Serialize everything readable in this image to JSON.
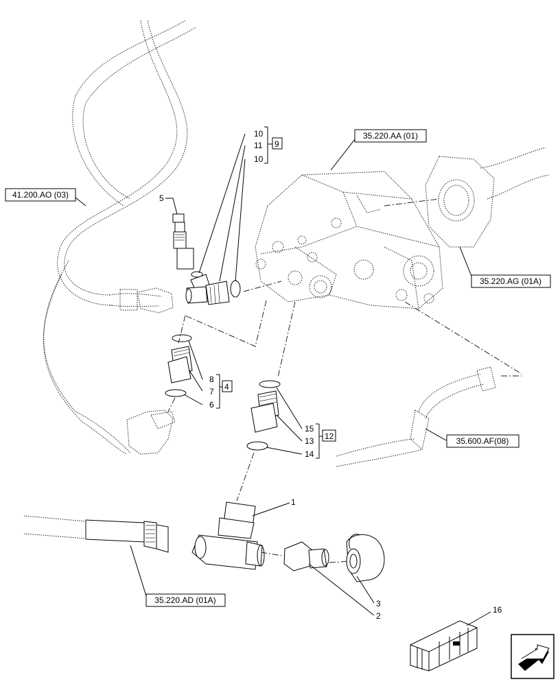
{
  "references": {
    "r_41_200_ao": "41.200.AO (03)",
    "r_35_220_aa": "35.220.AA (01)",
    "r_35_220_ag": "35.220.AG (01A)",
    "r_35_600_af": "35.600.AF(08)",
    "r_35_220_ad": "35.220.AD (01A)"
  },
  "parts": {
    "p1": "1",
    "p2": "2",
    "p3": "3",
    "p4": "4",
    "p5": "5",
    "p6": "6",
    "p7": "7",
    "p8": "8",
    "p9": "9",
    "p10a": "10",
    "p10b": "10",
    "p11": "11",
    "p12": "12",
    "p13": "13",
    "p14": "14",
    "p15": "15",
    "p16": "16"
  }
}
